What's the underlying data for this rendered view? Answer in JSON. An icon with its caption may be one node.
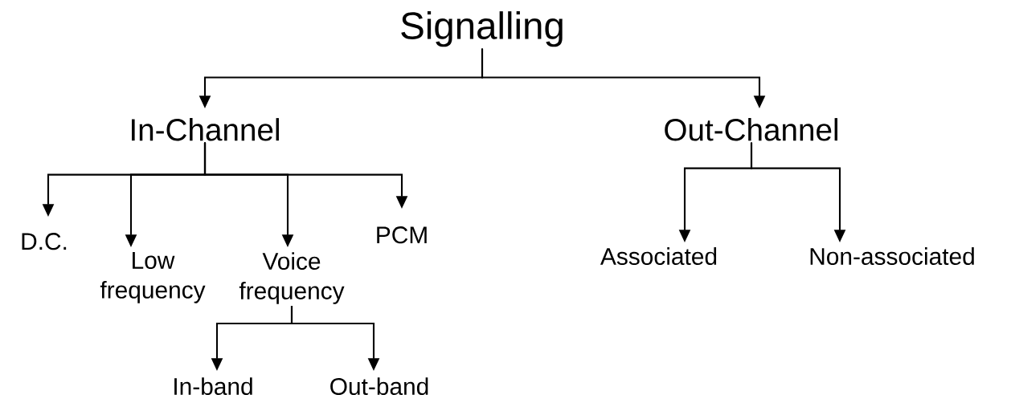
{
  "diagram": {
    "nodes": [
      {
        "text": [
          "Signalling"
        ]
      },
      {
        "text": [
          "In-Channel"
        ]
      },
      {
        "text": [
          "Out-Channel"
        ]
      },
      {
        "text": [
          "D.C."
        ]
      },
      {
        "text": [
          "Low frequency"
        ]
      },
      {
        "text": [
          "Voice frequency"
        ]
      },
      {
        "text": [
          "PCM"
        ]
      },
      {
        "text": [
          "Associated"
        ]
      },
      {
        "text": [
          "Non-associated"
        ]
      },
      {
        "text": [
          "In-band"
        ]
      },
      {
        "text": [
          "Out-band"
        ]
      }
    ],
    "edges": [
      {
        "from": 0,
        "to": 1,
        "arrow": "to"
      },
      {
        "from": 0,
        "to": 2,
        "arrow": "to"
      },
      {
        "from": 1,
        "to": 3,
        "arrow": "to"
      },
      {
        "from": 1,
        "to": 4,
        "arrow": "to"
      },
      {
        "from": 1,
        "to": 5,
        "arrow": "to"
      },
      {
        "from": 1,
        "to": 6,
        "arrow": "to"
      },
      {
        "from": 2,
        "to": 7,
        "arrow": "to"
      },
      {
        "from": 2,
        "to": 8,
        "arrow": "to"
      },
      {
        "from": 5,
        "to": 9,
        "arrow": "to"
      },
      {
        "from": 5,
        "to": 10,
        "arrow": "to"
      }
    ]
  }
}
